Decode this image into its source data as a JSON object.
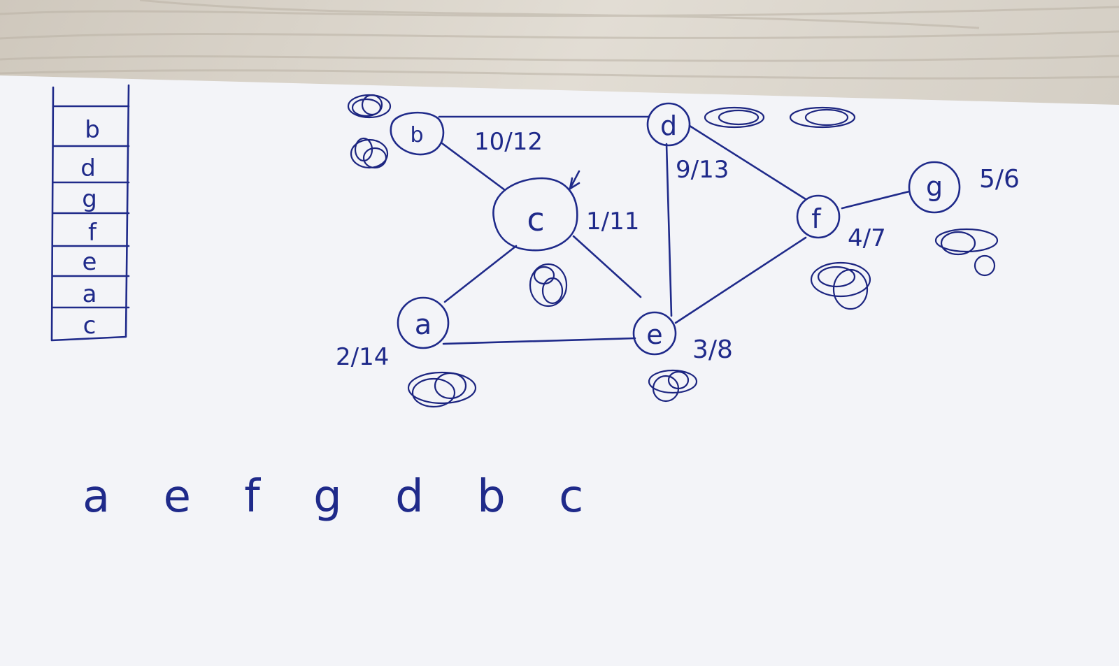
{
  "stack": {
    "items": [
      "b",
      "d",
      "g",
      "f",
      "e",
      "a",
      "c"
    ]
  },
  "graph": {
    "nodes": [
      {
        "id": "b",
        "label": "b",
        "times": ""
      },
      {
        "id": "c",
        "label": "c",
        "times": "1/11"
      },
      {
        "id": "d",
        "label": "d",
        "times": "9/13"
      },
      {
        "id": "a",
        "label": "a",
        "times": "2/14"
      },
      {
        "id": "e",
        "label": "e",
        "times": "3/8"
      },
      {
        "id": "f",
        "label": "f",
        "times": "4/7"
      },
      {
        "id": "g",
        "label": "g",
        "times": "5/6"
      }
    ],
    "edge_labels": {
      "bd": "10/12"
    },
    "edges": [
      [
        "b",
        "d"
      ],
      [
        "b",
        "c"
      ],
      [
        "c",
        "a"
      ],
      [
        "c",
        "e"
      ],
      [
        "a",
        "e"
      ],
      [
        "d",
        "e"
      ],
      [
        "d",
        "f"
      ],
      [
        "e",
        "f"
      ],
      [
        "f",
        "g"
      ]
    ]
  },
  "result": {
    "order": "a e f g d b c"
  },
  "colors": {
    "ink": "#1f2a8a",
    "paper": "#f4f5f8"
  }
}
